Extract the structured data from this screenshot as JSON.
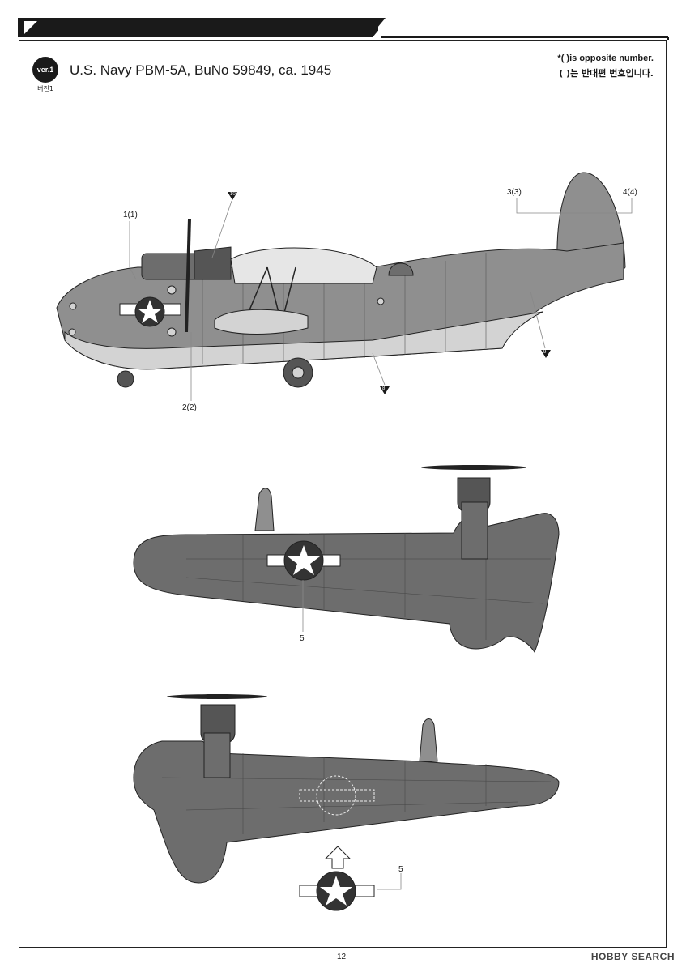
{
  "header": {
    "title": "painting & decal placement/ 색칠 및 전사지붙이기"
  },
  "version": {
    "badge": "ver.1",
    "sub": "버전1"
  },
  "aircraft_title": "U.S. Navy PBM-5A, BuNo 59849, ca. 1945",
  "notes": {
    "english": "*(      )is opposite number.",
    "korean": "(      )는 반대편 번호입니다."
  },
  "callouts": {
    "c1": "1(1)",
    "c2": "2(2)",
    "c3": "3(3)",
    "c4": "4(4)",
    "c5_top": "5",
    "c5_bottom": "5",
    "marker_8": "8",
    "marker_9": "9",
    "marker_10": "10"
  },
  "page_number": "12",
  "watermark": "HOBBY SEARCH",
  "colors": {
    "dark_gray": "#6d6d6d",
    "mid_gray": "#8f8f8f",
    "light_gray": "#d3d3d3",
    "header_black": "#1a1a1a"
  }
}
